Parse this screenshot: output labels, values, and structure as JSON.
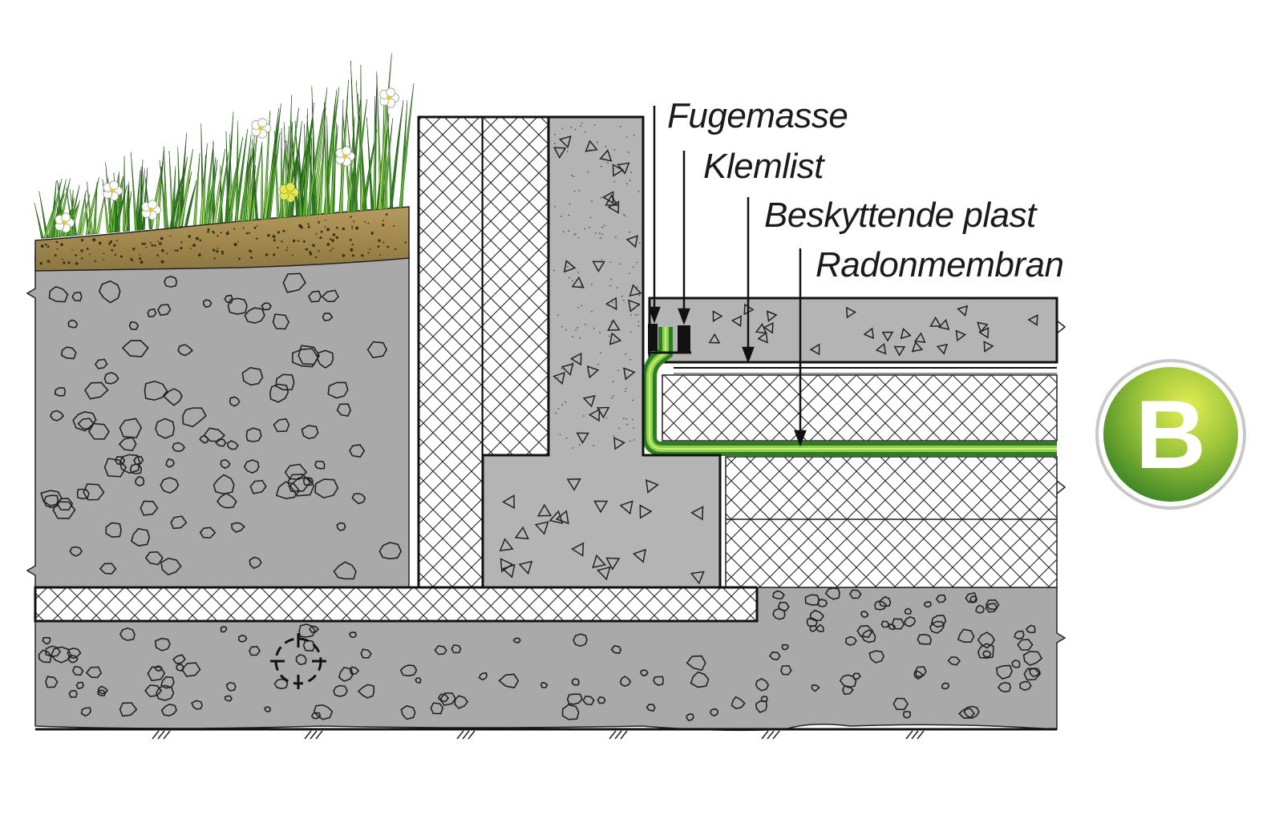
{
  "labels": {
    "fugemasse": "Fugemasse",
    "klemlist": "Klemlist",
    "beskyttende_plast": "Beskyttende plast",
    "radonmembran": "Radonmembran"
  },
  "badge": {
    "letter": "B",
    "color_dark": "#3c8a1e",
    "color_light": "#d8e84a"
  },
  "colors": {
    "concrete": "#b4b4b4",
    "gravel": "#a9a9a9",
    "topsoil": "#a38a52",
    "grass": "#5fb33a",
    "membrane": "#7cc242",
    "insulation": "#ffffff",
    "outline": "#111111"
  }
}
